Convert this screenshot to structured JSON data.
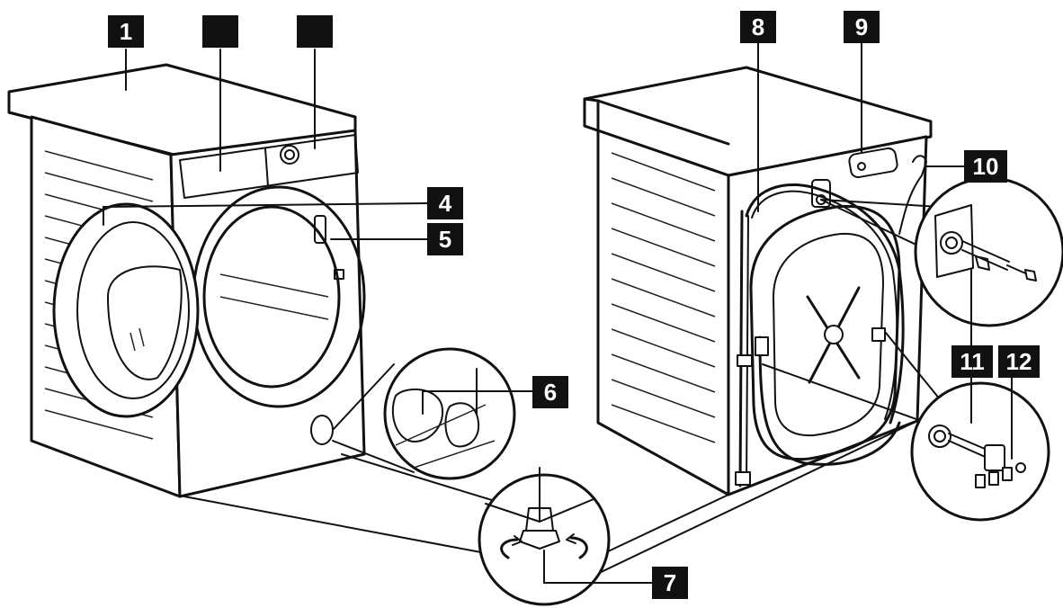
{
  "labels": [
    {
      "id": 1,
      "text": "1"
    },
    {
      "id": 2,
      "text": ""
    },
    {
      "id": 3,
      "text": ""
    },
    {
      "id": 4,
      "text": "4"
    },
    {
      "id": 5,
      "text": "5"
    },
    {
      "id": 6,
      "text": "6"
    },
    {
      "id": 7,
      "text": "7"
    },
    {
      "id": 8,
      "text": "8"
    },
    {
      "id": 9,
      "text": "9"
    },
    {
      "id": 10,
      "text": "10"
    },
    {
      "id": 11,
      "text": "11"
    },
    {
      "id": 12,
      "text": "12"
    }
  ]
}
